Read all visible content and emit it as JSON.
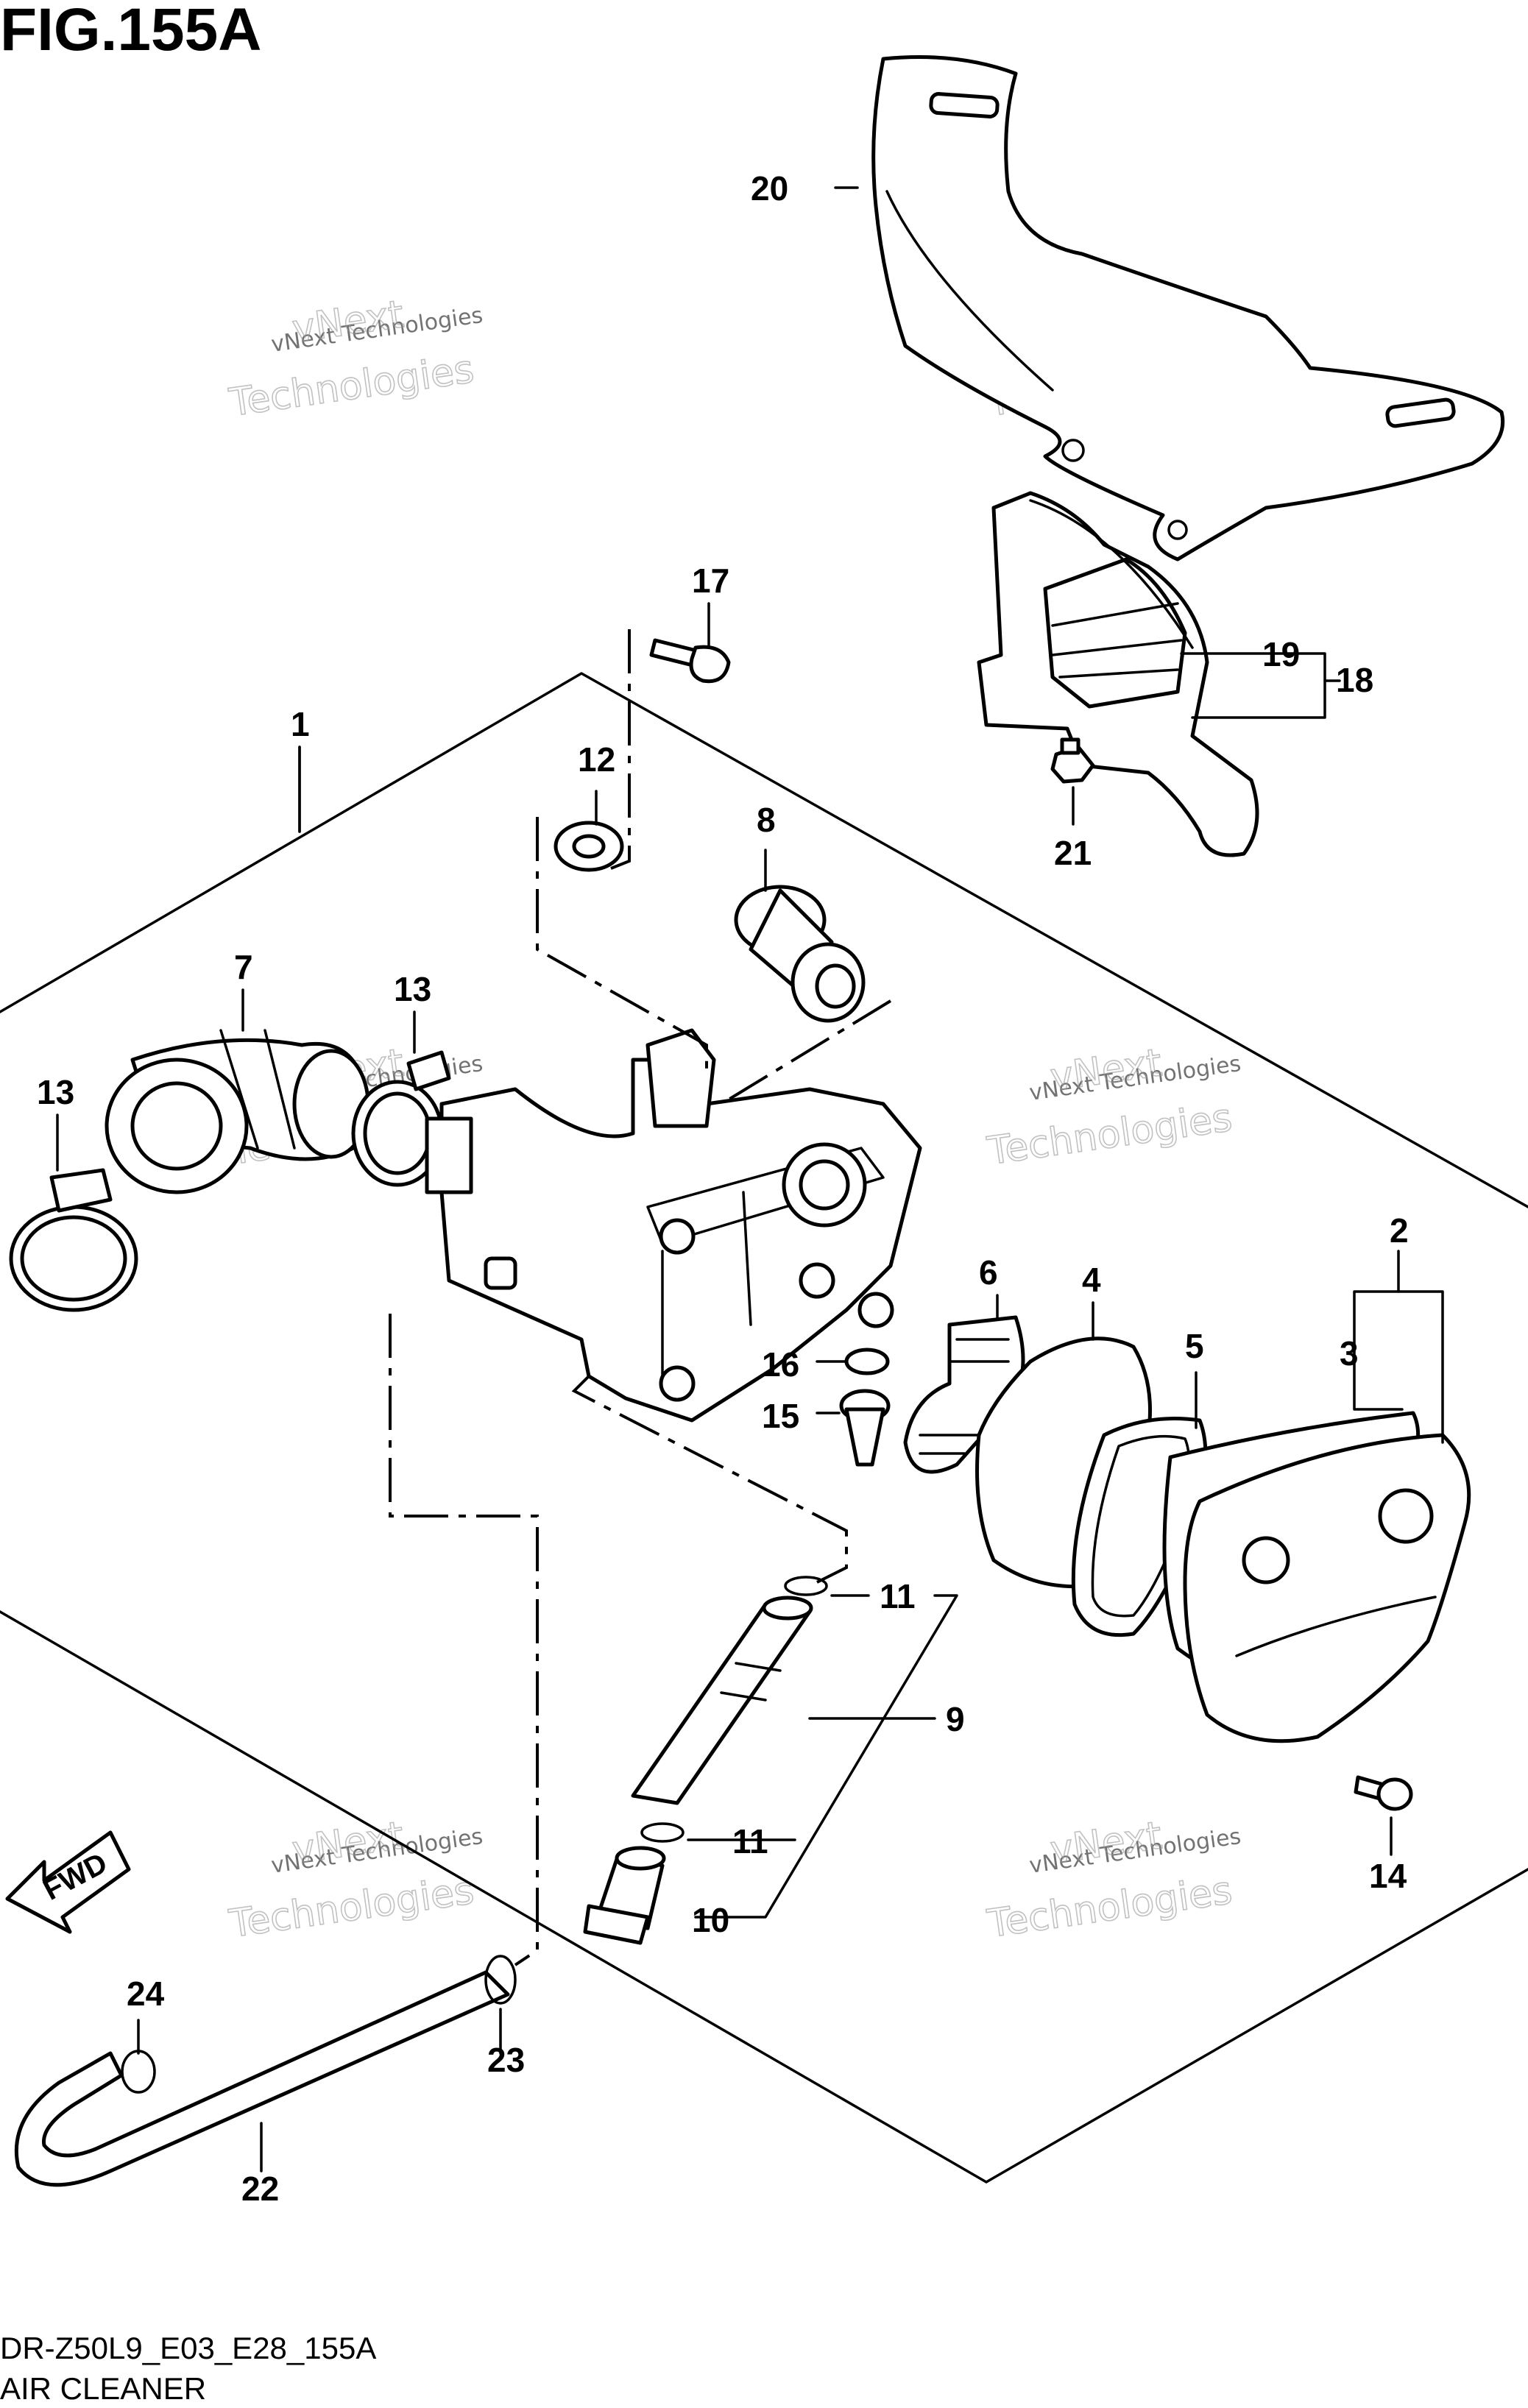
{
  "figure": {
    "title": "FIG.155A",
    "code": "DR-Z50L9_E03_E28_155A",
    "name": "AIR CLEANER"
  },
  "direction_arrow": "FWD",
  "callouts": [
    "1",
    "2",
    "3",
    "4",
    "5",
    "6",
    "7",
    "8",
    "9",
    "10",
    "11",
    "11",
    "12",
    "13",
    "13",
    "14",
    "15",
    "16",
    "17",
    "18",
    "19",
    "20",
    "21",
    "22",
    "23",
    "24"
  ],
  "watermark": {
    "line1": "vNext Technologies",
    "line2": "vNext",
    "line3": "Technologies"
  }
}
